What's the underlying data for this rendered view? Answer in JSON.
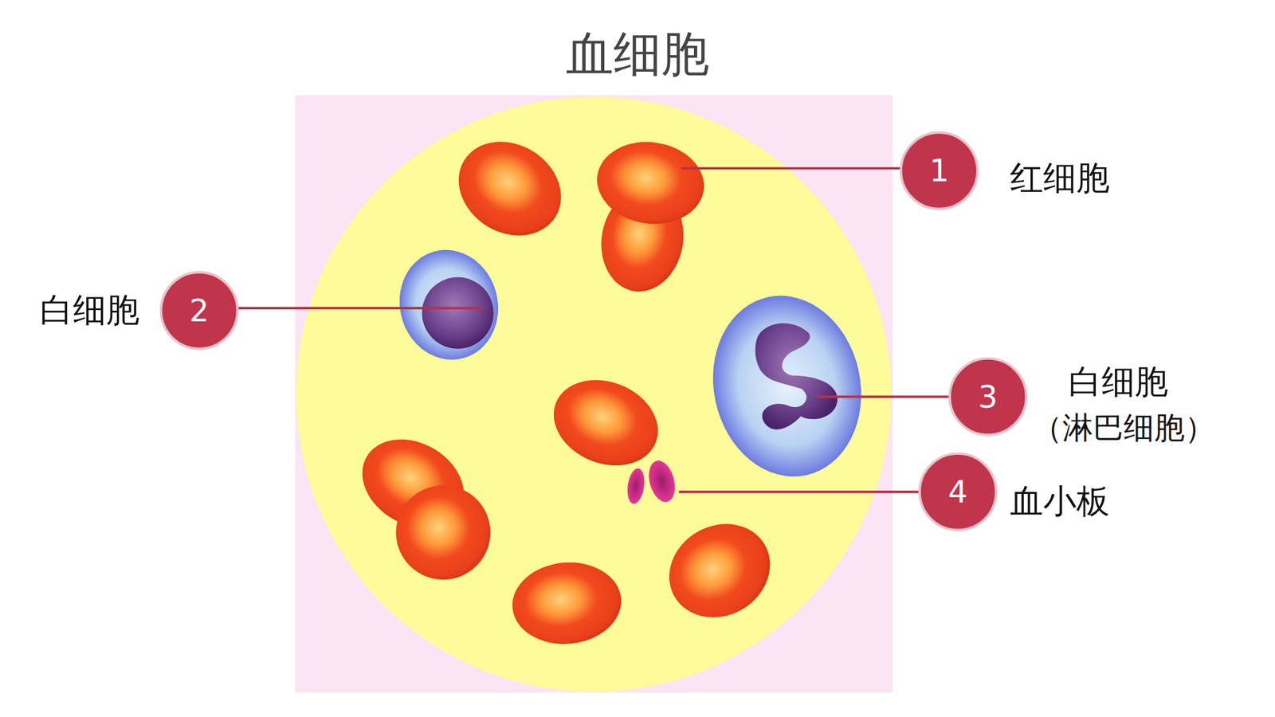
{
  "diagram": {
    "title": "血细胞",
    "labels": [
      "1",
      "红细胞",
      "2",
      "白细胞",
      "3",
      "白细胞",
      "（淋巴细胞）",
      "4",
      "血小板"
    ]
  }
}
